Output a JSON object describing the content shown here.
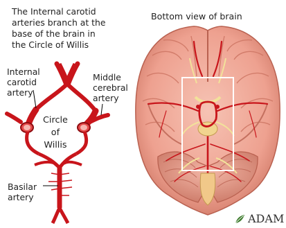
{
  "intro": {
    "line1": "The Internal carotid",
    "line2": "arteries branch at the",
    "line3": "base of the brain in",
    "line4": "the Circle of Willis"
  },
  "bottom_view": {
    "title": "Bottom view of brain"
  },
  "labels": {
    "internal_carotid": {
      "line1": "Internal",
      "line2": "carotid",
      "line3": "artery"
    },
    "middle_cerebral": {
      "line1": "Middle",
      "line2": "cerebral",
      "line3": "artery"
    },
    "circle_of_willis": {
      "line1": "Circle",
      "line2": "of",
      "line3": "Willis"
    },
    "basilar": {
      "line1": "Basilar",
      "line2": "artery"
    }
  },
  "logo": {
    "text": "ADAM",
    "icon": "leaf-icon"
  },
  "colors": {
    "artery": "#c8151b",
    "artery_dark": "#8e0c10",
    "brain": "#f0a898",
    "brain_shadow": "#cf7a6a",
    "nerve": "#f2e29a",
    "box": "#ffffff"
  }
}
